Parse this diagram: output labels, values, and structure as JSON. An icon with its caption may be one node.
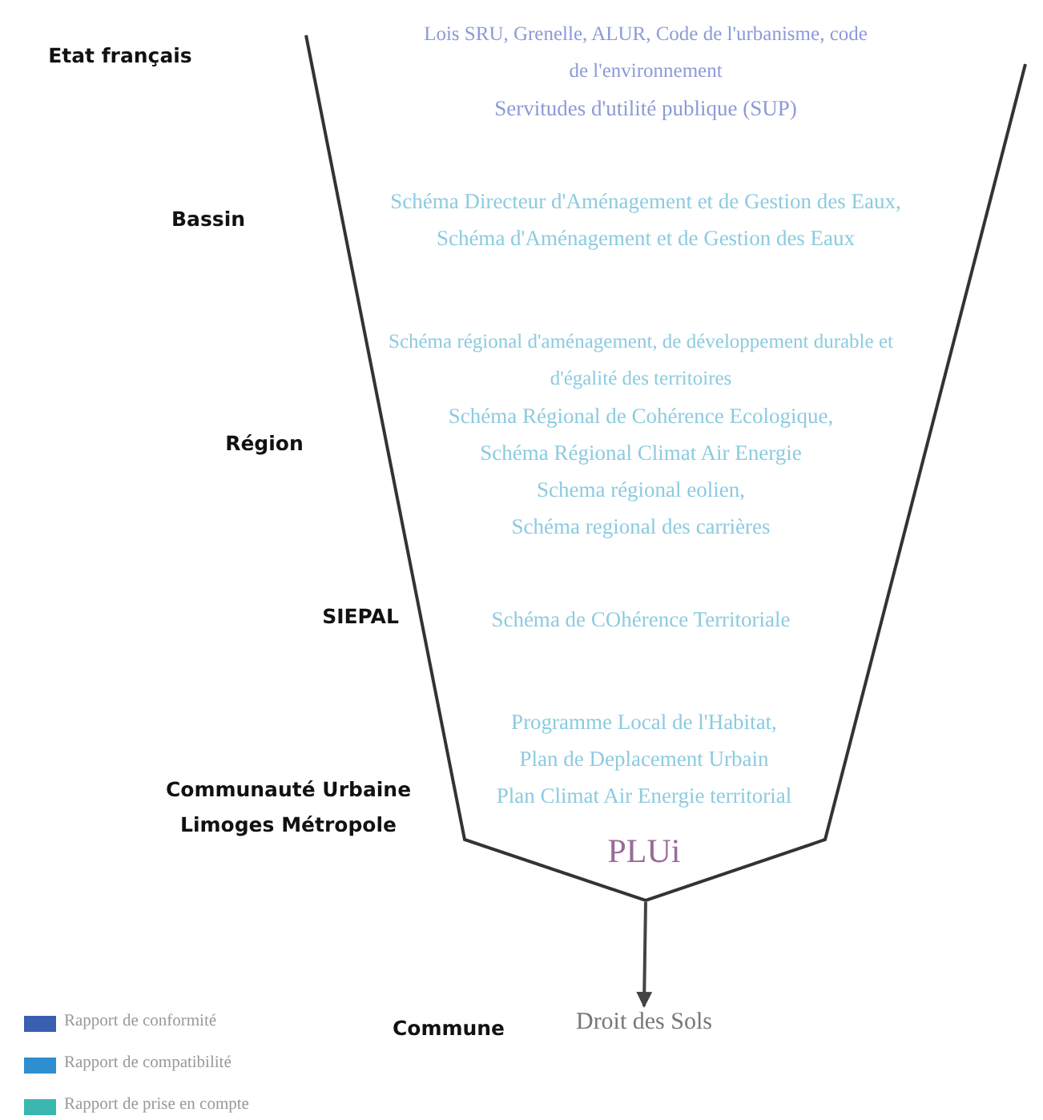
{
  "diagram": {
    "nodes": [
      {
        "text": [
          "Lois SRU, Grenelle, ALUR, Code de l'urbanisme, code de l'environnement",
          "Servitudes d'utilité publique (SUP)",
          "Schéma Directeur d'Aménagement et de Gestion des Eaux,",
          "Schéma d'Aménagement et de Gestion des Eaux",
          "Schéma régional d'aménagement, de développement durable et d'égalité des territoires",
          "Schéma Régional de Cohérence Ecologique,",
          "Schéma Régional Climat Air Energie",
          "Schema régional eolien,",
          "Schéma regional des carrières",
          "Schéma de COhérence Territoriale",
          "Programme Local de l'Habitat,",
          "Plan de Deplacement Urbain",
          "Plan Climat Air Energie territorial",
          "PLUi"
        ]
      },
      {
        "text": [
          "Droit des Sols"
        ]
      }
    ],
    "edges": [
      {
        "from": 0,
        "to": 1,
        "arrow": "to"
      }
    ],
    "labels": [
      "Etat français",
      "Bassin",
      "Région",
      "SIEPAL",
      "Communauté Urbaine Limoges Métropole",
      "Commune"
    ],
    "legend": [
      {
        "text": "Rapport de conformité",
        "color": "#3a5fb0"
      },
      {
        "text": "Rapport de compatibilité",
        "color": "#2e8fd0"
      },
      {
        "text": "Rapport de prise en compte",
        "color": "#3ab8b0"
      }
    ]
  }
}
